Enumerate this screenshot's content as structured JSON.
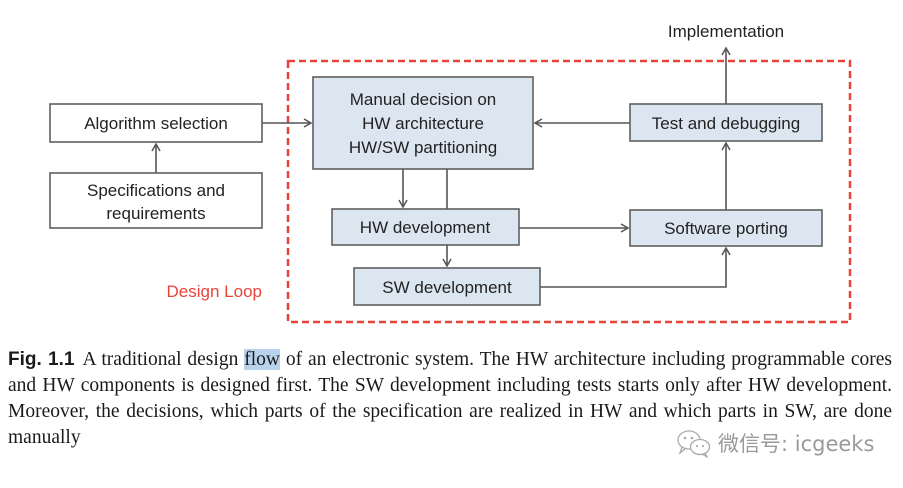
{
  "diagram": {
    "nodes": {
      "algorithm_selection": "Algorithm selection",
      "specifications": [
        "Specifications and",
        "requirements"
      ],
      "manual_decision": [
        "Manual decision on",
        "HW architecture",
        "HW/SW partitioning"
      ],
      "test_debugging": "Test and debugging",
      "hw_development": "HW development",
      "sw_development": "SW development",
      "software_porting": "Software porting"
    },
    "labels": {
      "implementation": "Implementation",
      "design_loop": "Design Loop"
    },
    "colors": {
      "box_fill": "#dce6f1",
      "box_stroke": "#5f5f5f",
      "plain_box_fill": "#ffffff",
      "loop_border": "#e8443a",
      "arrow": "#555555"
    }
  },
  "caption": {
    "fig_label": "Fig. 1.1",
    "text_before_highlight": "A traditional design ",
    "highlight": "flow",
    "text_after_highlight": " of an electronic system. The HW architecture including programmable cores and HW components is designed first. The SW development including tests starts only after HW development. Moreover, the decisions, which parts of the specification are realized in HW and which parts in SW, are done manually"
  },
  "watermark": {
    "icon": "wechat-icon",
    "text": "微信号: icgeeks"
  }
}
